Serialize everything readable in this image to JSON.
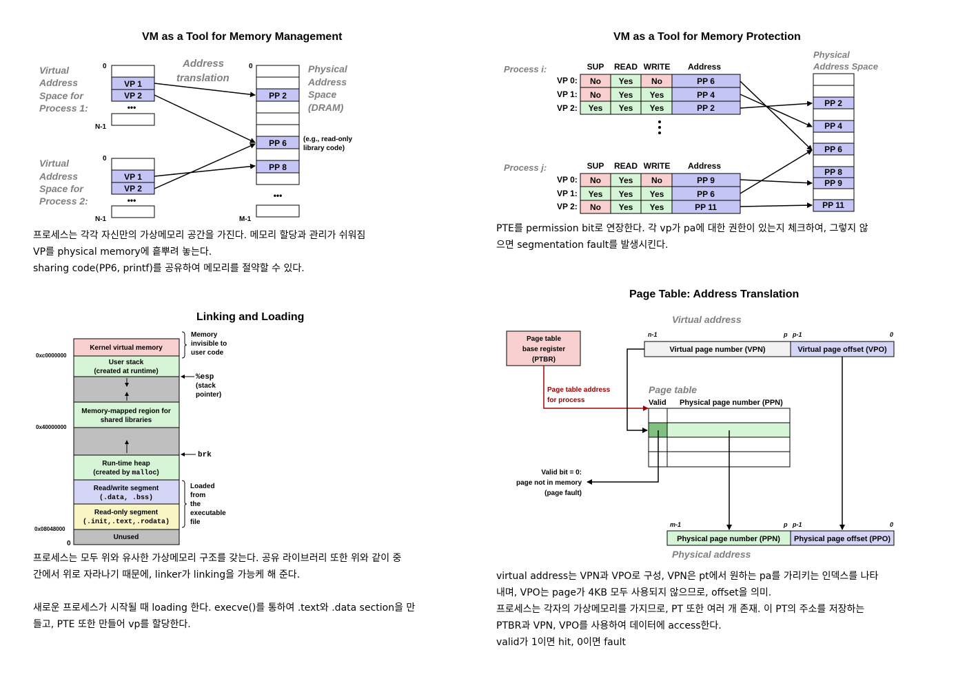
{
  "q1": {
    "title": "VM as a Tool for Memory Management",
    "va1": [
      "Virtual",
      "Address",
      "Space for",
      "Process 1:"
    ],
    "va2": [
      "Virtual",
      "Address",
      "Space for",
      "Process 2:"
    ],
    "translation": [
      "Address",
      "translation"
    ],
    "pa": [
      "Physical",
      "Address",
      "Space",
      "(DRAM)"
    ],
    "zero": "0",
    "n1": "N-1",
    "m1": "M-1",
    "dots": "•••",
    "vp1": "VP 1",
    "vp2": "VP 2",
    "pp2": "PP 2",
    "pp6": "PP 6",
    "pp8": "PP 8",
    "note": [
      "(e.g., read-only",
      "library code)"
    ],
    "text": [
      "프로세스는 각각 자신만의 가상메모리 공간을 가진다. 메모리 할당과 관리가 쉬워짐",
      "VP를 physical memory에 흩뿌려 놓는다.",
      "sharing code(PP6, printf)를 공유하여 메모리를 절약할 수 있다."
    ]
  },
  "q2": {
    "title": "VM as a Tool for Memory Protection",
    "proc_i": "Process i:",
    "proc_j": "Process j:",
    "headers": [
      "SUP",
      "READ",
      "WRITE",
      "Address"
    ],
    "phys": [
      "Physical",
      "Address Space"
    ],
    "rows_i": [
      {
        "vp": "VP 0:",
        "sup": "No",
        "read": "Yes",
        "write": "No",
        "addr": "PP 6"
      },
      {
        "vp": "VP 1:",
        "sup": "No",
        "read": "Yes",
        "write": "Yes",
        "addr": "PP 4"
      },
      {
        "vp": "VP 2:",
        "sup": "Yes",
        "read": "Yes",
        "write": "Yes",
        "addr": "PP 2"
      }
    ],
    "rows_j": [
      {
        "vp": "VP 0:",
        "sup": "No",
        "read": "Yes",
        "write": "No",
        "addr": "PP 9"
      },
      {
        "vp": "VP 1:",
        "sup": "Yes",
        "read": "Yes",
        "write": "Yes",
        "addr": "PP 6"
      },
      {
        "vp": "VP 2:",
        "sup": "No",
        "read": "Yes",
        "write": "Yes",
        "addr": "PP 11"
      }
    ],
    "pps": [
      "PP 2",
      "PP 4",
      "PP 6",
      "PP 8",
      "PP 9",
      "PP 11"
    ],
    "text": [
      "PTE를 permission bit로 연장한다. 각 vp가 pa에 대한 권한이 있는지 체크하여, 그렇지 않",
      "으면 segmentation fault를 발생시킨다."
    ]
  },
  "q3": {
    "title": "Linking and Loading",
    "kernel": "Kernel virtual memory",
    "memnote": [
      "Memory",
      "invisible to",
      "user code"
    ],
    "stack": [
      "User stack",
      "(created at runtime)"
    ],
    "esp": "%esp",
    "esp_note": [
      "(stack",
      "pointer)"
    ],
    "mmap": [
      "Memory-mapped region for",
      "shared libraries"
    ],
    "brk": "brk",
    "heap1": "Run-time heap",
    "heap2a": "(created by ",
    "heap2b": "malloc",
    "heap2c": ")",
    "rw1": "Read/write segment",
    "rw2": "(.data, .bss)",
    "ro1": "Read-only segment",
    "ro2": "(.init,.text,.rodata)",
    "unused": "Unused",
    "loaded": [
      "Loaded",
      "from",
      "the",
      "executable",
      "file"
    ],
    "addr_c": "0xc0000000",
    "addr_4": "0x40000000",
    "addr_8": "0x08048000",
    "zero": "0",
    "text": [
      "프로세스는 모두 위와 유사한 가상메모리 구조를 갖는다. 공유 라이브러리 또한 위와 같이 중",
      "간에서 위로 자라나기 때문에, linker가 linking을 가능케 해 준다.",
      "새로운 프로세스가 시작될 때 loading 한다. execve()를 통하여 .text와 .data section을 만",
      "들고, PTE 또한 만들어 vp를 할당한다."
    ]
  },
  "q4": {
    "title": "Page Table: Address Translation",
    "va": "Virtual address",
    "ptbr": [
      "Page table",
      "base register",
      "(PTBR)"
    ],
    "n1": "n-1",
    "p": "p",
    "p1": "p-1",
    "zero": "0",
    "m1": "m-1",
    "vpn": "Virtual page number (VPN)",
    "vpo": "Virtual page offset (VPO)",
    "ptaddr": [
      "Page table address",
      "for process"
    ],
    "pt": "Page table",
    "valid": "Valid",
    "ppn_h": "Physical page number (PPN)",
    "vb": [
      "Valid bit = 0:",
      "page not in memory",
      "(page fault)"
    ],
    "ppn": "Physical page number (PPN)",
    "ppo": "Physical page offset (PPO)",
    "pa": "Physical address",
    "text": [
      "virtual address는 VPN과 VPO로 구성, VPN은 pt에서 원하는 pa를 가리키는 인덱스를 나타",
      "내며, VPO는 page가 4KB 모두 사용되지 않으므로, offset을 의미.",
      "프로세스는 각자의 가상메모리를 가지므로, PT 또한 여러 개 존재. 이 PT의 주소를 저장하는",
      "PTBR과 VPN, VPO를 사용하여 데이터에 access한다.",
      "valid가 1이면 hit, 0이면 fault"
    ]
  },
  "colors": {
    "purple": "#c5c5f5",
    "green": "#d6f5d6",
    "pink": "#f8d0d0",
    "yellow": "#f9f5c4",
    "gray": "#bfbfbf",
    "red": "#a00000"
  }
}
